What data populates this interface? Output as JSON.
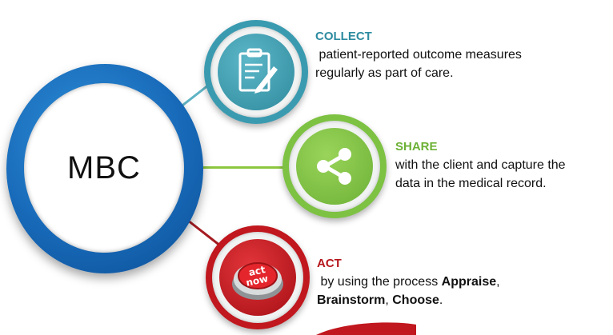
{
  "hub": {
    "label": "MBC"
  },
  "colors": {
    "hub_blue": "#1769b8",
    "collect": "#3a9bb0",
    "share": "#7dc242",
    "act": "#c1171e"
  },
  "steps": [
    {
      "title": "COLLECT",
      "icon": "clipboard-pencil-icon",
      "line1": " patient-reported outcome measures",
      "line2": "regularly as part of care."
    },
    {
      "title": "SHARE",
      "icon": "share-icon",
      "line1": "with the client and capture the",
      "line2": "data in the medical record."
    },
    {
      "title": "ACT",
      "icon": "act-now-button-icon",
      "icon_text": "act now",
      "line1_prefix": " by using the process ",
      "bold1": "Appraise",
      "sep1": ",",
      "bold2": "Brainstorm",
      "sep2": ", ",
      "bold3": "Choose",
      "end": "."
    }
  ]
}
